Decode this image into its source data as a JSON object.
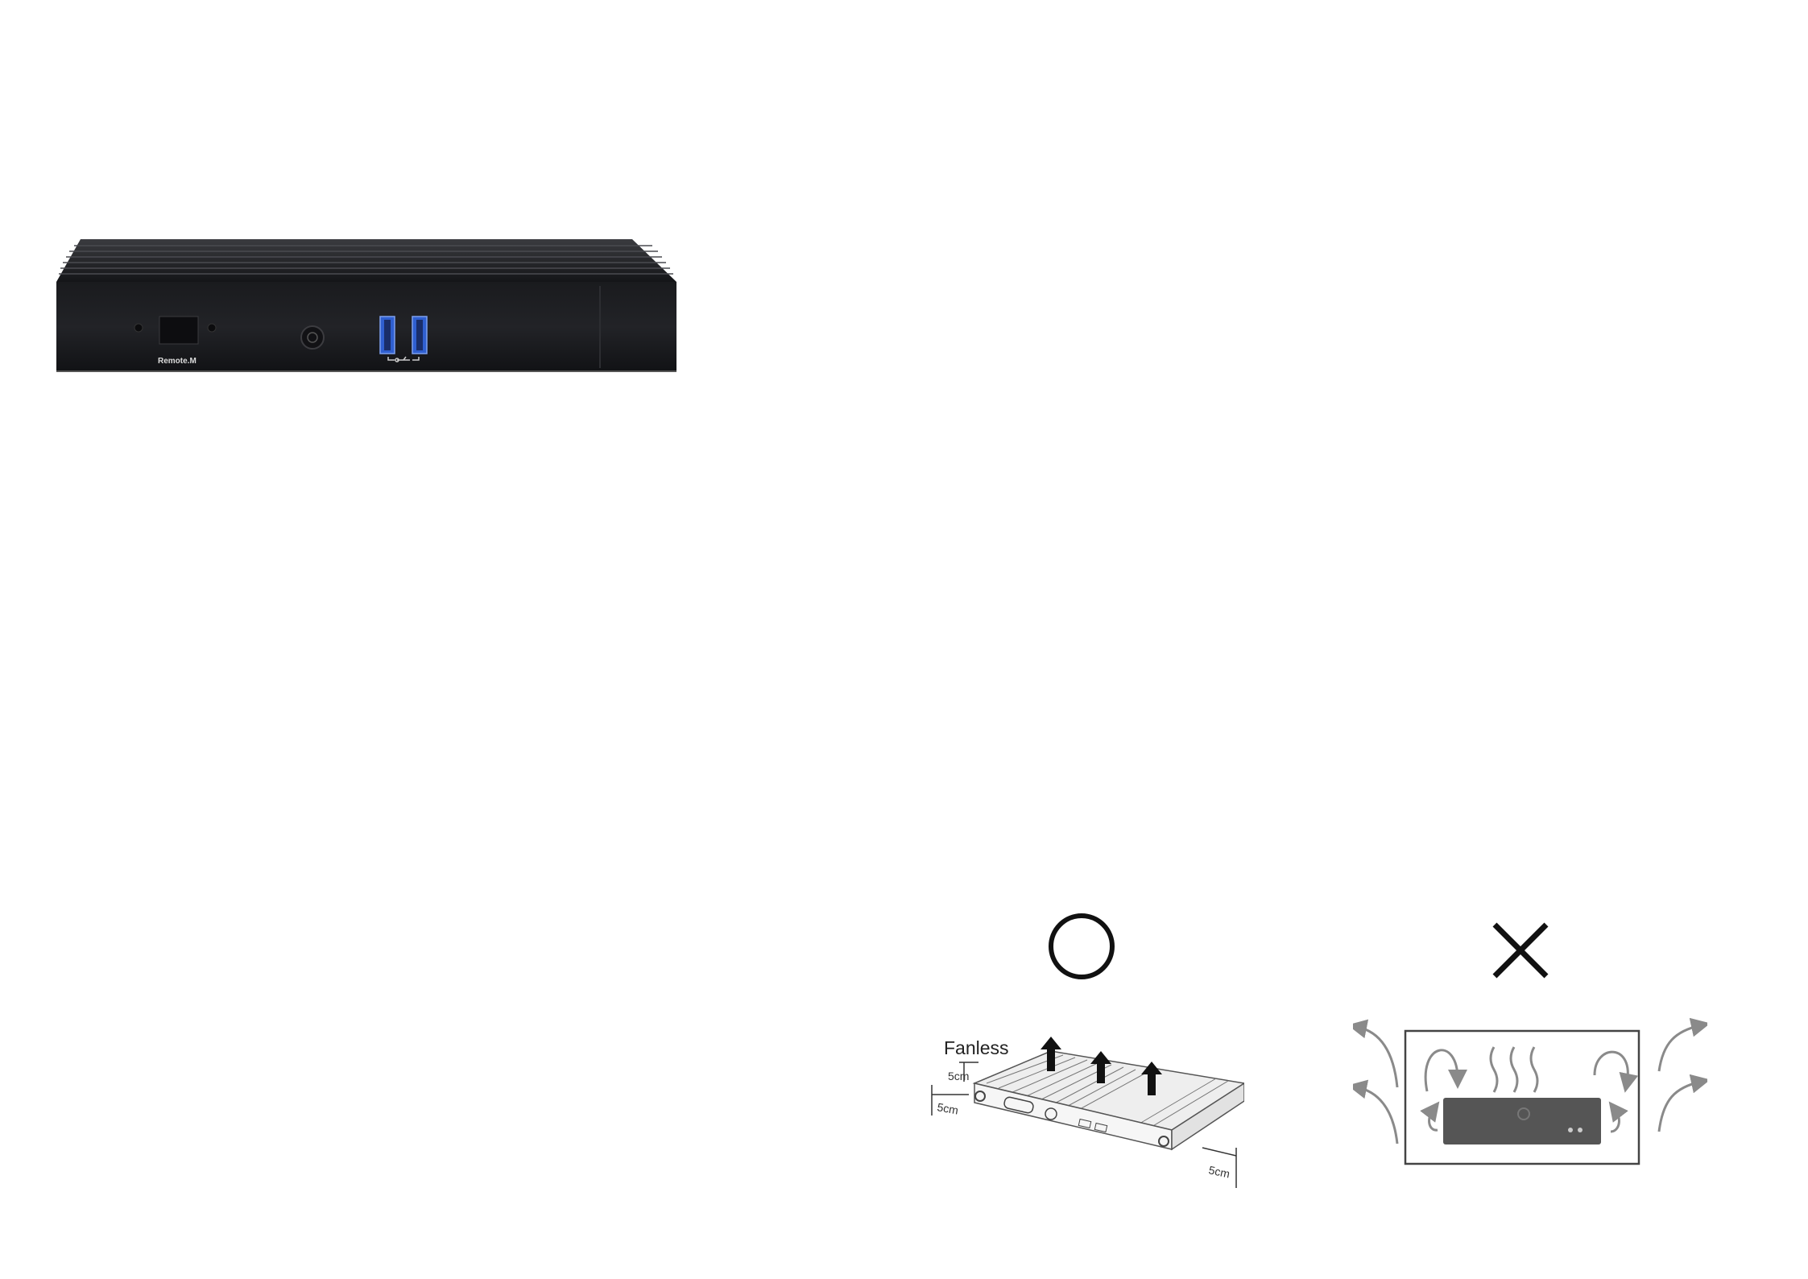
{
  "device": {
    "front_label": "Remote.M"
  },
  "installation": {
    "correct_symbol": "circle-icon",
    "wrong_symbol": "cross-icon",
    "good": {
      "label": "Fanless",
      "clearance_top": "5cm",
      "clearance_left": "5cm",
      "clearance_right": "5cm"
    }
  },
  "colors": {
    "chassis": "#1c1d20",
    "usb_blue": "#2f5fd0",
    "arrow_gray": "#8a8a8a"
  }
}
